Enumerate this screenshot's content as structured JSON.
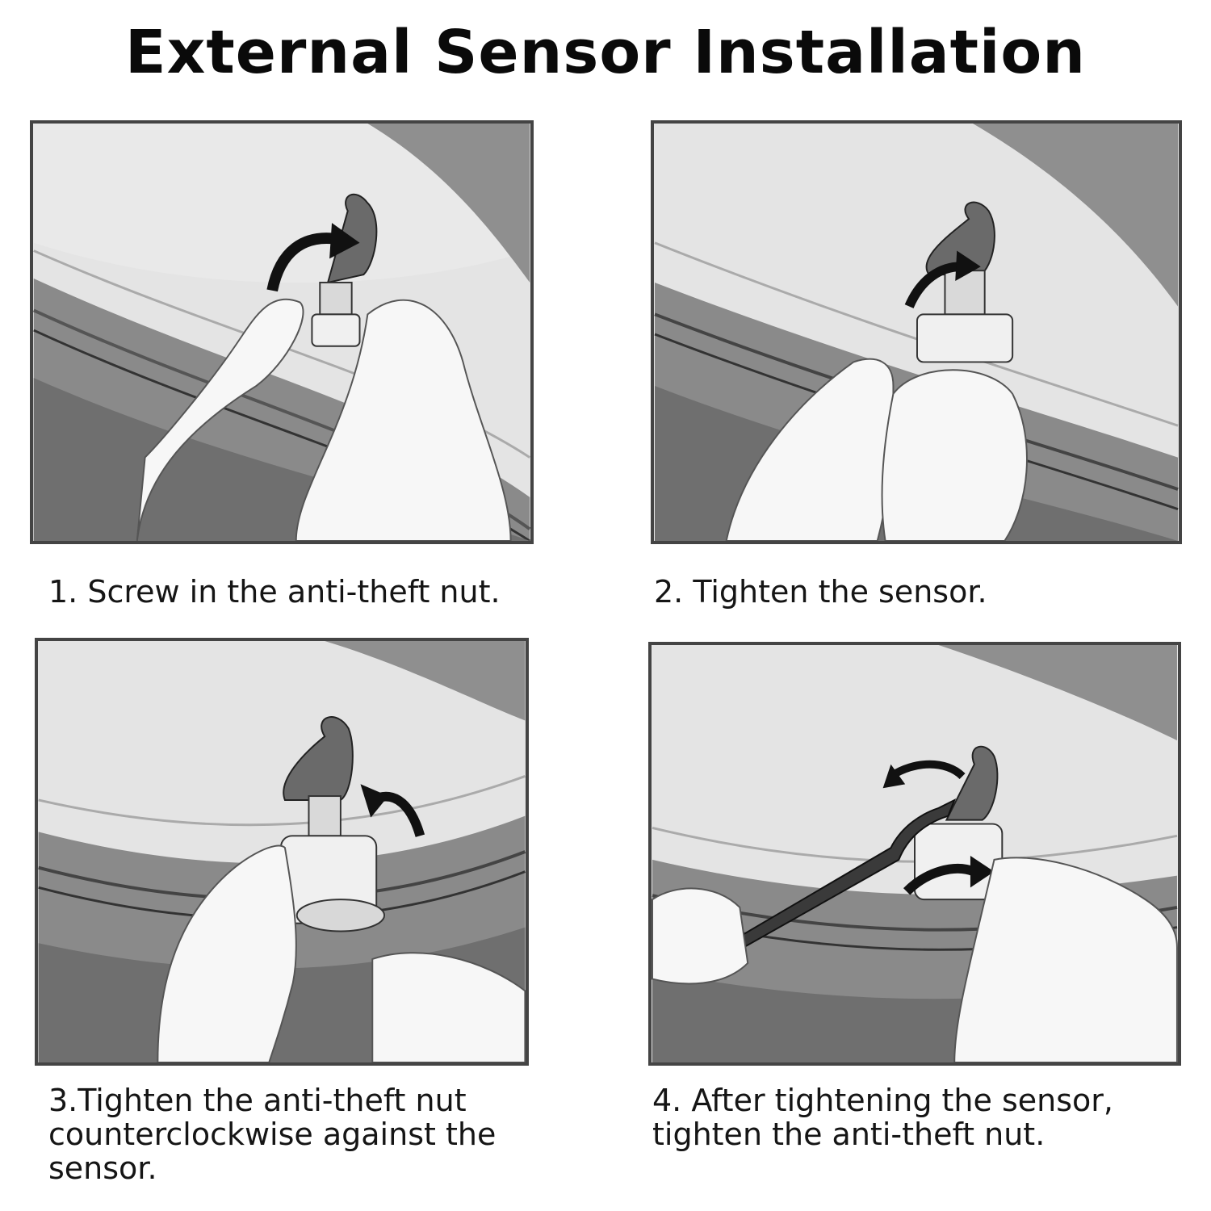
{
  "title": "External Sensor Installation",
  "steps": [
    {
      "caption": "1. Screw in the anti-theft nut."
    },
    {
      "caption": "2. Tighten the sensor."
    },
    {
      "caption": "3.Tighten the anti-theft nut counterclockwise against the sensor."
    },
    {
      "caption": "4. After tightening the sensor, tighten the anti-theft nut."
    }
  ]
}
